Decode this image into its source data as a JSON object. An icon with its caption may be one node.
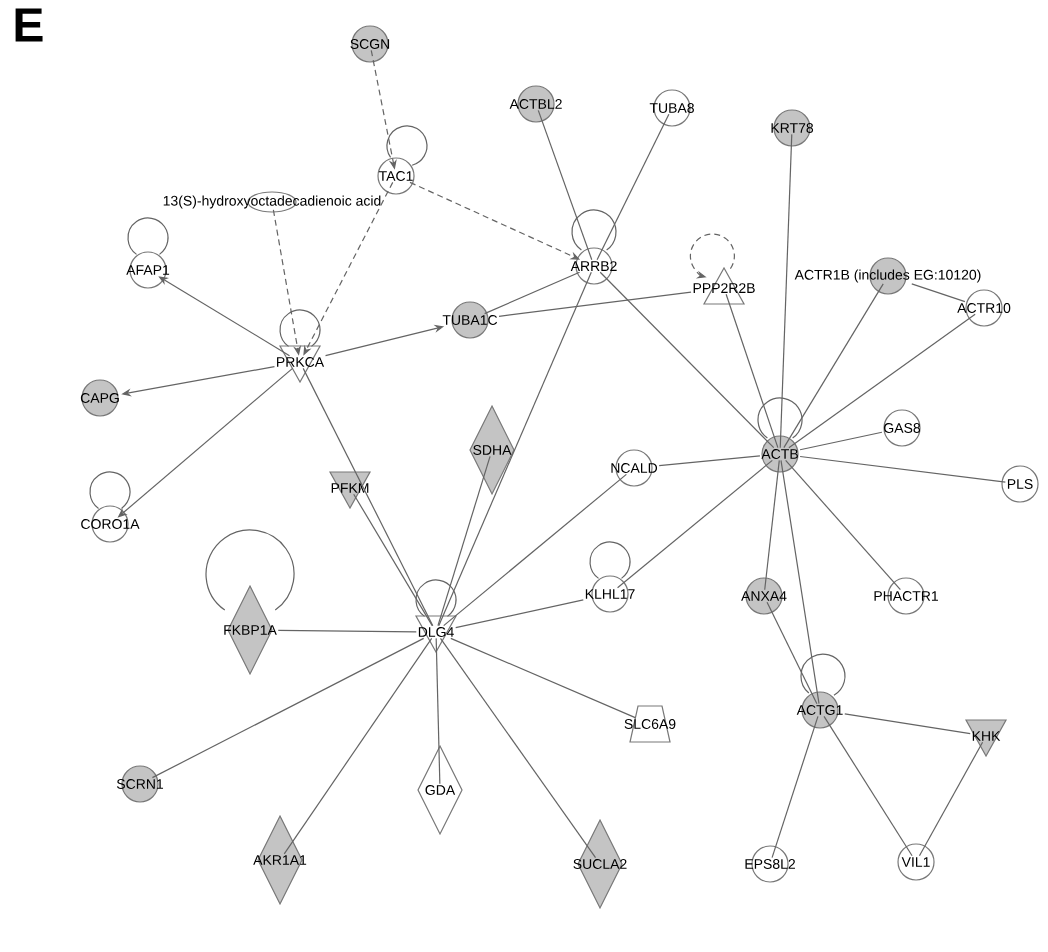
{
  "diagram": {
    "nodes": [
      {
        "text": [
          "SCGN"
        ]
      },
      {
        "text": [
          "TAC1"
        ]
      },
      {
        "text": [
          "13(S)-hydroxyoctadecadienoic acid"
        ]
      },
      {
        "text": [
          "AFAP1"
        ]
      },
      {
        "text": [
          "ACTBL2"
        ]
      },
      {
        "text": [
          "TUBA8"
        ]
      },
      {
        "text": [
          "KRT78"
        ]
      },
      {
        "text": [
          "ARRB2"
        ]
      },
      {
        "text": [
          "PPP2R2B"
        ]
      },
      {
        "text": [
          "ACTR1B (includes EG:10120)"
        ]
      },
      {
        "text": [
          "ACTR10"
        ]
      },
      {
        "text": [
          "TUBA1C"
        ]
      },
      {
        "text": [
          "PRKCA"
        ]
      },
      {
        "text": [
          "CAPG"
        ]
      },
      {
        "text": [
          "CORO1A"
        ]
      },
      {
        "text": [
          "PFKM"
        ]
      },
      {
        "text": [
          "SDHA"
        ]
      },
      {
        "text": [
          "NCALD"
        ]
      },
      {
        "text": [
          "ACTB"
        ]
      },
      {
        "text": [
          "GAS8"
        ]
      },
      {
        "text": [
          "PLS"
        ]
      },
      {
        "text": [
          "FKBP1A"
        ]
      },
      {
        "text": [
          "DLG4"
        ]
      },
      {
        "text": [
          "KLHL17"
        ]
      },
      {
        "text": [
          "ANXA4"
        ]
      },
      {
        "text": [
          "PHACTR1"
        ]
      },
      {
        "text": [
          "SLC6A9"
        ]
      },
      {
        "text": [
          "ACTG1"
        ]
      },
      {
        "text": [
          "KHK"
        ]
      },
      {
        "text": [
          "SCRN1"
        ]
      },
      {
        "text": [
          "GDA"
        ]
      },
      {
        "text": [
          "AKR1A1"
        ]
      },
      {
        "text": [
          "SUCLA2"
        ]
      },
      {
        "text": [
          "EPS8L2"
        ]
      },
      {
        "text": [
          "VIL1"
        ]
      }
    ],
    "edges": [
      {
        "from": 0,
        "to": 1,
        "arrow": "to",
        "style": "dashed"
      },
      {
        "from": 1,
        "to": 7,
        "arrow": "to",
        "style": "dashed"
      },
      {
        "from": 1,
        "to": 12,
        "arrow": "to",
        "style": "dashed"
      },
      {
        "from": 2,
        "to": 12,
        "arrow": "to",
        "style": "dashed"
      },
      {
        "from": 1,
        "to": 1,
        "arrow": "none"
      },
      {
        "from": 3,
        "to": 3,
        "arrow": "none"
      },
      {
        "from": 12,
        "to": 3,
        "arrow": "to"
      },
      {
        "from": 12,
        "to": 11,
        "arrow": "to"
      },
      {
        "from": 12,
        "to": 13,
        "arrow": "to"
      },
      {
        "from": 12,
        "to": 14,
        "arrow": "to"
      },
      {
        "from": 12,
        "to": 12,
        "arrow": "none"
      },
      {
        "from": 12,
        "to": 22,
        "arrow": "none"
      },
      {
        "from": 15,
        "to": 22,
        "arrow": "none"
      },
      {
        "from": 11,
        "to": 7,
        "arrow": "none"
      },
      {
        "from": 11,
        "to": 8,
        "arrow": "none"
      },
      {
        "from": 4,
        "to": 7,
        "arrow": "none"
      },
      {
        "from": 5,
        "to": 7,
        "arrow": "none"
      },
      {
        "from": 7,
        "to": 7,
        "arrow": "none"
      },
      {
        "from": 7,
        "to": 22,
        "arrow": "none"
      },
      {
        "from": 7,
        "to": 18,
        "arrow": "none"
      },
      {
        "from": 6,
        "to": 18,
        "arrow": "none"
      },
      {
        "from": 8,
        "to": 18,
        "arrow": "none"
      },
      {
        "from": 8,
        "to": 8,
        "arrow": "to",
        "style": "dashed"
      },
      {
        "from": 9,
        "to": 18,
        "arrow": "none"
      },
      {
        "from": 9,
        "to": 10,
        "arrow": "none"
      },
      {
        "from": 10,
        "to": 18,
        "arrow": "none"
      },
      {
        "from": 18,
        "to": 18,
        "arrow": "none"
      },
      {
        "from": 18,
        "to": 19,
        "arrow": "none"
      },
      {
        "from": 18,
        "to": 20,
        "arrow": "none"
      },
      {
        "from": 18,
        "to": 25,
        "arrow": "none"
      },
      {
        "from": 18,
        "to": 17,
        "arrow": "none"
      },
      {
        "from": 18,
        "to": 23,
        "arrow": "none"
      },
      {
        "from": 18,
        "to": 24,
        "arrow": "none"
      },
      {
        "from": 18,
        "to": 27,
        "arrow": "none"
      },
      {
        "from": 24,
        "to": 27,
        "arrow": "none"
      },
      {
        "from": 27,
        "to": 28,
        "arrow": "none"
      },
      {
        "from": 27,
        "to": 33,
        "arrow": "none"
      },
      {
        "from": 27,
        "to": 34,
        "arrow": "none"
      },
      {
        "from": 34,
        "to": 28,
        "arrow": "none"
      },
      {
        "from": 27,
        "to": 27,
        "arrow": "none"
      },
      {
        "from": 17,
        "to": 22,
        "arrow": "none"
      },
      {
        "from": 16,
        "to": 22,
        "arrow": "none"
      },
      {
        "from": 23,
        "to": 22,
        "arrow": "none"
      },
      {
        "from": 23,
        "to": 23,
        "arrow": "none"
      },
      {
        "from": 14,
        "to": 14,
        "arrow": "none"
      },
      {
        "from": 21,
        "to": 21,
        "arrow": "none"
      },
      {
        "from": 21,
        "to": 22,
        "arrow": "none"
      },
      {
        "from": 22,
        "to": 22,
        "arrow": "none"
      },
      {
        "from": 22,
        "to": 29,
        "arrow": "none"
      },
      {
        "from": 22,
        "to": 31,
        "arrow": "none"
      },
      {
        "from": 22,
        "to": 30,
        "arrow": "none"
      },
      {
        "from": 22,
        "to": 32,
        "arrow": "none"
      },
      {
        "from": 22,
        "to": 26,
        "arrow": "none"
      }
    ],
    "labels": [
      "E"
    ]
  }
}
